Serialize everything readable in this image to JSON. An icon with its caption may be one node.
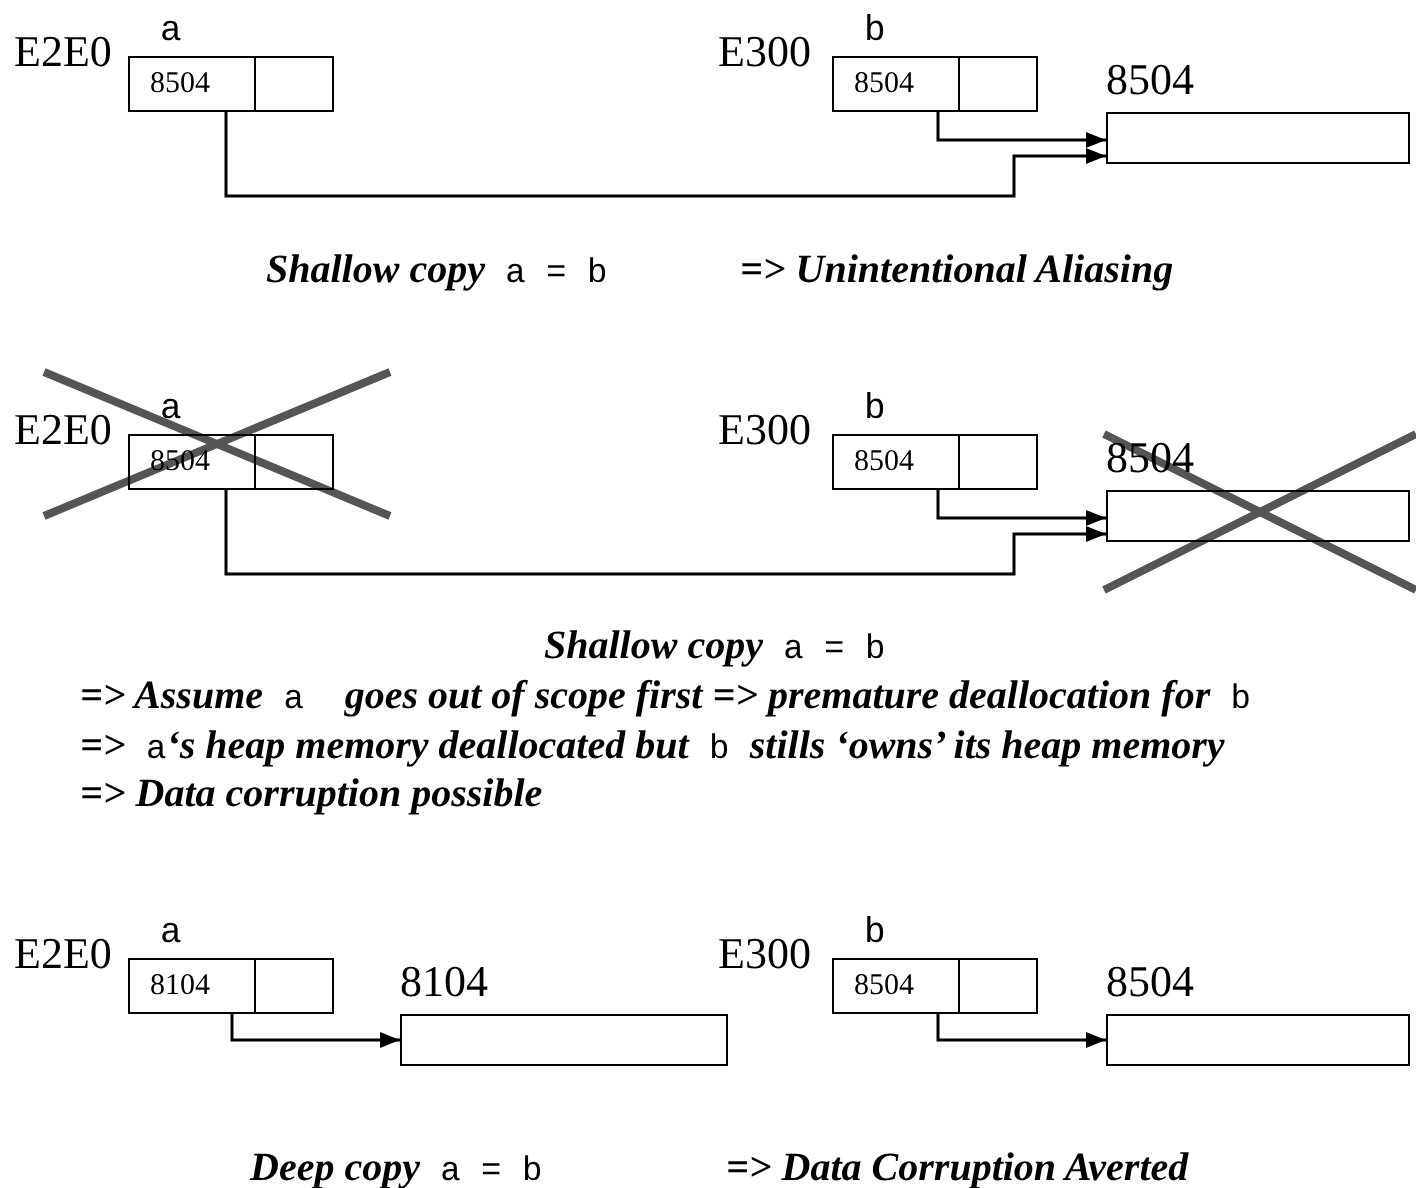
{
  "diagram": {
    "nodes": [
      {
        "text": [
          "8504"
        ],
        "beside": [
          "a",
          "E2E0"
        ]
      },
      {
        "text": [
          "8504"
        ],
        "beside": [
          "b",
          "E300"
        ]
      },
      {
        "text": [
          "8504"
        ]
      },
      {
        "text": [
          "8504"
        ],
        "beside": [
          "a",
          "E2E0"
        ]
      },
      {
        "text": [
          "8504"
        ],
        "beside": [
          "b",
          "E300"
        ]
      },
      {
        "text": [
          "8504"
        ]
      },
      {
        "text": [
          "8104"
        ],
        "beside": [
          "a",
          "E2E0"
        ]
      },
      {
        "text": [
          "8104"
        ]
      },
      {
        "text": [
          "8504"
        ],
        "beside": [
          "b",
          "E300"
        ]
      },
      {
        "text": [
          "8504"
        ]
      }
    ],
    "edges": [
      {
        "from": 0,
        "to": 2,
        "arrow": "to"
      },
      {
        "from": 1,
        "to": 2,
        "arrow": "to"
      },
      {
        "from": 3,
        "to": 5,
        "arrow": "to"
      },
      {
        "from": 4,
        "to": 5,
        "arrow": "to"
      },
      {
        "from": 6,
        "to": 7,
        "arrow": "to"
      },
      {
        "from": 8,
        "to": 9,
        "arrow": "to"
      }
    ],
    "labels": [
      "**Shallow copy** a = b",
      "=> Unintentional Aliasing",
      "**Shallow copy** a = b",
      "**=> Assume** a  **goes out of scope first => premature deallocation for** b",
      "**=>** a**‘s heap memory deallocated but** b **stills ‘owns’ its heap memory**",
      "=> Data corruption possible",
      "**Deep copy** a = b",
      "=> Data Corruption Averted"
    ]
  }
}
